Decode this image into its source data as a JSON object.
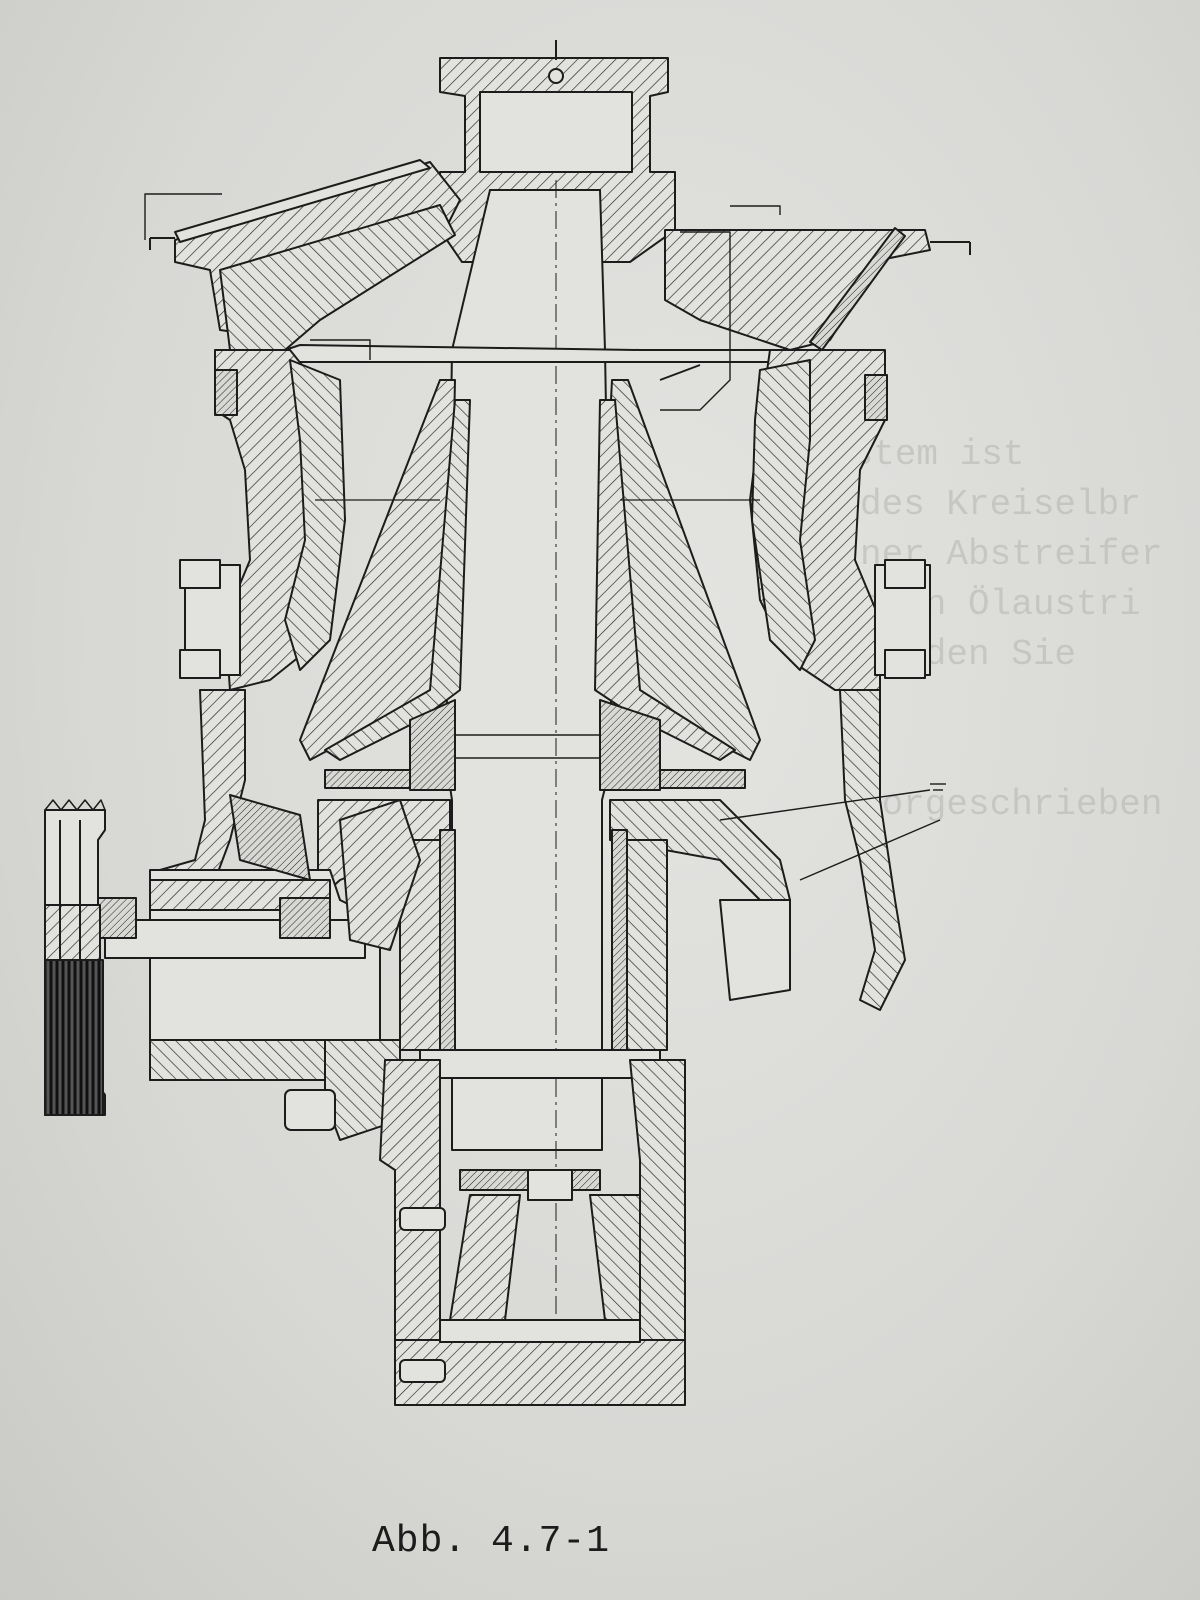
{
  "figure": {
    "caption": "Abb. 4.7-1"
  },
  "colors": {
    "ink": "#1c1c1c",
    "paper": "#dcdcd9",
    "bleed_text": "#b4b4b0"
  },
  "show_through_text": [
    "ystem ist",
    "des Kreiselbr",
    "ner Abstreifer",
    "chen Ölaustri",
    "finden Sie",
    "vorgeschrieben"
  ]
}
